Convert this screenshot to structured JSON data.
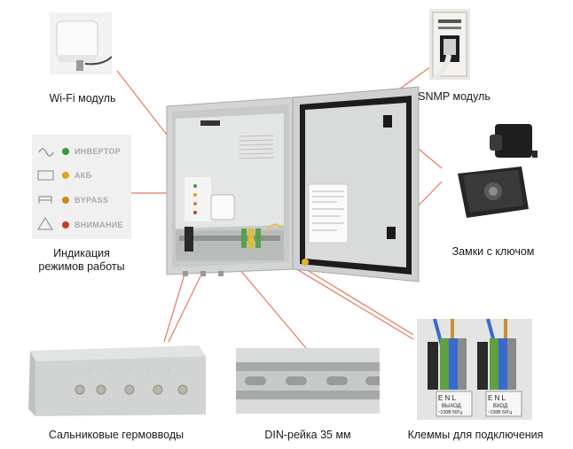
{
  "captions": {
    "wifi": "Wi-Fi модуль",
    "snmp": "SNMP модуль",
    "modes_line1": "Индикация",
    "modes_line2": "режимов работы",
    "locks": "Замки с ключом",
    "glands": "Сальниковые гермовводы",
    "din_rail": "DIN-рейка 35 мм",
    "terminals": "Клеммы для подключения"
  },
  "indicators": [
    {
      "label": "ИНВЕРТОР",
      "icon": "sine-wave-icon",
      "led": "#3a9a3a"
    },
    {
      "label": "АКБ",
      "icon": "battery-icon",
      "led": "#e0a020"
    },
    {
      "label": "BYPASS",
      "icon": "bypass-icon",
      "led": "#cc8a1a"
    },
    {
      "label": "ВНИМАНИЕ",
      "icon": "warning-icon",
      "led": "#cc3a2a"
    }
  ],
  "terminal_labels": {
    "left_letters": "E N L",
    "left_line1": "ВЫХОД",
    "left_line2": "~230В 50Гц",
    "right_letters": "E N L",
    "right_line1": "ВХОД",
    "right_line2": "~230В 50Гц"
  },
  "colors": {
    "callout_line": "#e8795c",
    "cabinet": "#d6d8d8",
    "door_seal": "#222222"
  }
}
